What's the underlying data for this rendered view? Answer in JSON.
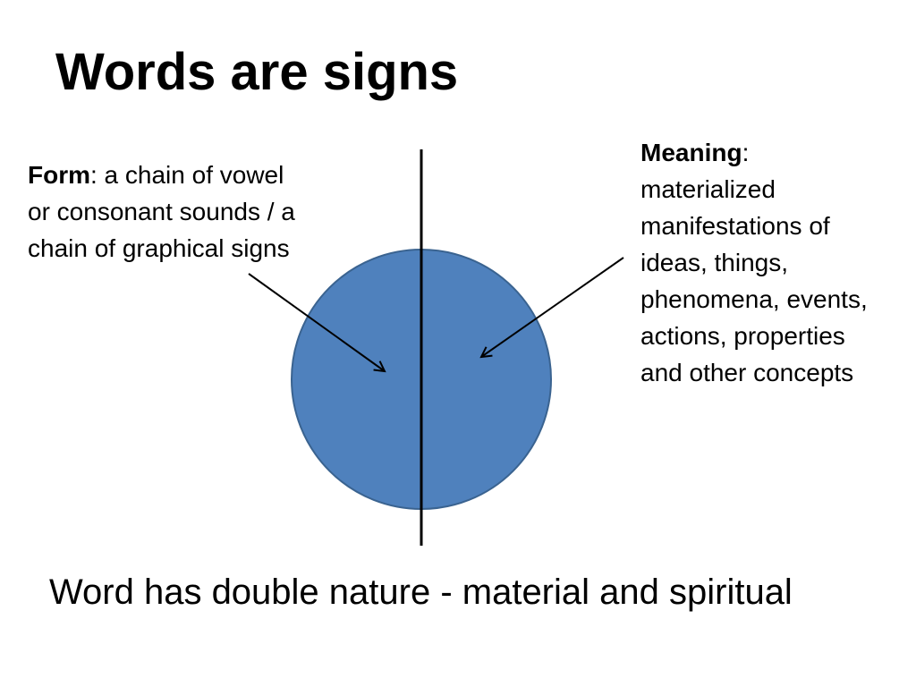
{
  "slide": {
    "title": "Words are signs",
    "form": {
      "term": "Form",
      "description": ": a chain of vowel or consonant sounds / a chain of graphical signs"
    },
    "meaning": {
      "term": "Meaning",
      "description": ": materialized manifestations of ideas, things, phenomena, events, actions, properties and other concepts"
    },
    "caption": "Word has double nature - material and spiritual"
  },
  "colors": {
    "circle_fill": "#4f81bd",
    "circle_stroke": "#3a6390",
    "line": "#000000"
  }
}
